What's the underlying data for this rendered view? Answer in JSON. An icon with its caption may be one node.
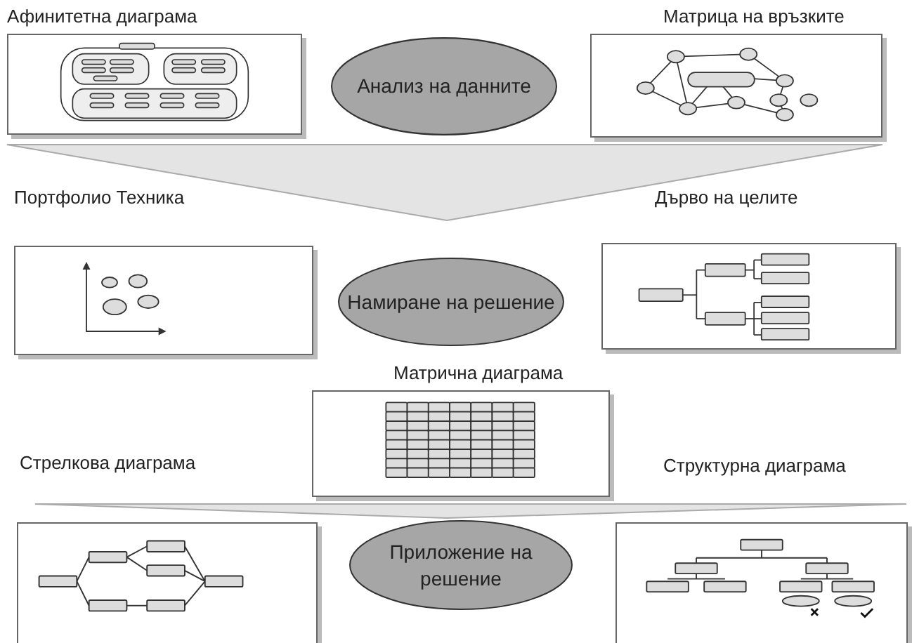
{
  "diagram": {
    "nodes": [
      {
        "text": [
          "Афинитетна диаграма"
        ]
      },
      {
        "text": [
          "Анализ на данните"
        ]
      },
      {
        "text": [
          "Матрица на връзките"
        ]
      },
      {
        "text": [
          "Портфолио Техника"
        ]
      },
      {
        "text": [
          "Намиране на решение"
        ]
      },
      {
        "text": [
          "Дърво на целите"
        ]
      },
      {
        "text": [
          "Матрична диаграма"
        ]
      },
      {
        "text": [
          "Стрелкова диаграма"
        ]
      },
      {
        "text": [
          "Приложение на решение"
        ]
      },
      {
        "text": [
          "Структурна диаграма"
        ]
      },
      {
        "text": [],
        "shape": "triangle"
      },
      {
        "text": [],
        "shape": "triangle"
      }
    ]
  }
}
